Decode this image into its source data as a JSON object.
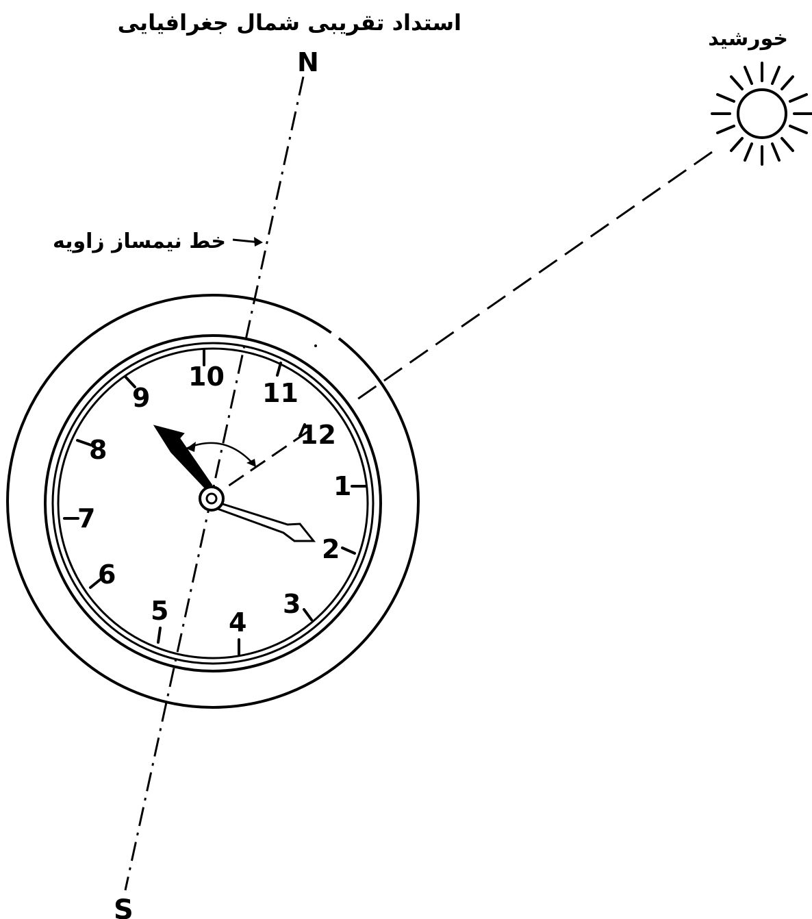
{
  "labels": {
    "north_direction": "استداد تقریبی شمال جغرافیایی",
    "sun": "خورشید",
    "bisector_line": "خط نیمساز زاویه",
    "north": "N",
    "south": "S"
  },
  "dial": {
    "hours": [
      "1",
      "2",
      "3",
      "4",
      "5",
      "6",
      "7",
      "8",
      "9",
      "10",
      "11",
      "12"
    ]
  },
  "colors": {
    "ink": "#000000",
    "background": "#ffffff"
  },
  "icons": {
    "sun": "sun-icon",
    "hour_hand": "hour-hand-icon",
    "minute_hand": "minute-hand-icon"
  }
}
